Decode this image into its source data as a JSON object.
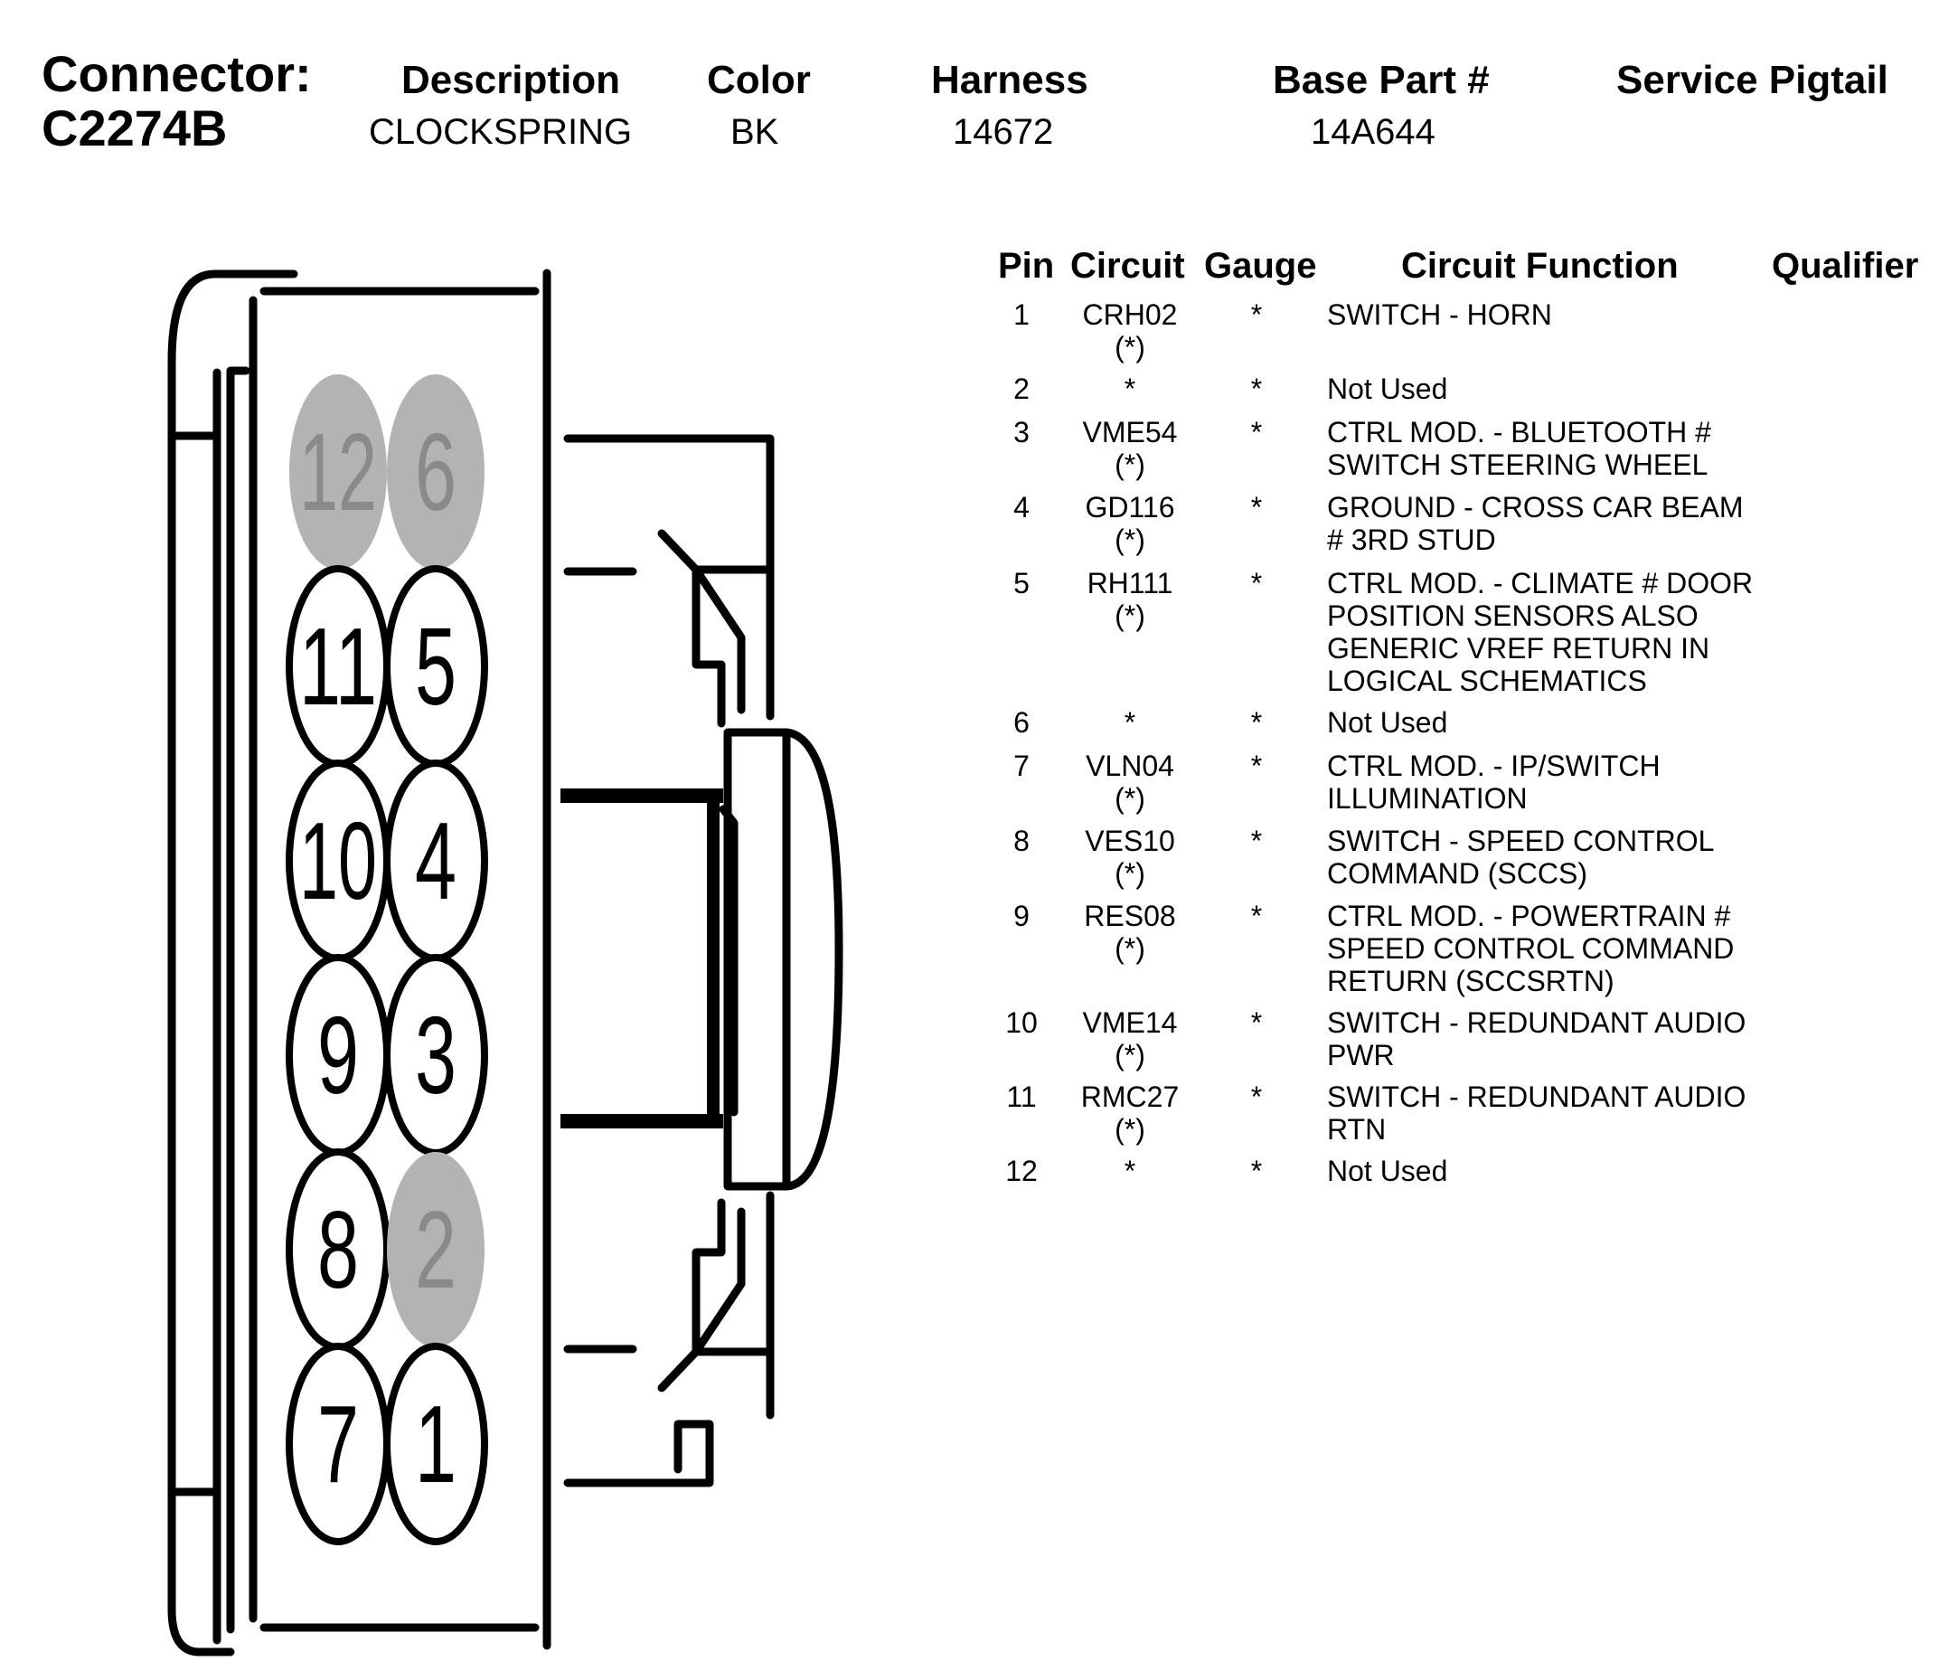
{
  "header": {
    "connector_label": "Connector:",
    "connector_id": "C2274B",
    "columns": [
      {
        "label": "Description",
        "value": "CLOCKSPRING"
      },
      {
        "label": "Color",
        "value": "BK"
      },
      {
        "label": "Harness",
        "value": "14672"
      },
      {
        "label": "Base Part #",
        "value": "14A644"
      },
      {
        "label": "Service Pigtail",
        "value": ""
      }
    ]
  },
  "table": {
    "headers": [
      "Pin",
      "Circuit",
      "Gauge",
      "Circuit Function",
      "Qualifier"
    ],
    "rows": [
      {
        "pin": "1",
        "circuit": "CRH02\n(*)",
        "gauge": "*",
        "function": "SWITCH - HORN",
        "qualifier": ""
      },
      {
        "pin": "2",
        "circuit": "*",
        "gauge": "*",
        "function": "Not Used",
        "qualifier": ""
      },
      {
        "pin": "3",
        "circuit": "VME54\n(*)",
        "gauge": "*",
        "function": "CTRL MOD. - BLUETOOTH #\nSWITCH STEERING WHEEL",
        "qualifier": ""
      },
      {
        "pin": "4",
        "circuit": "GD116\n(*)",
        "gauge": "*",
        "function": "GROUND - CROSS CAR BEAM\n# 3RD STUD",
        "qualifier": ""
      },
      {
        "pin": "5",
        "circuit": "RH111\n(*)",
        "gauge": "*",
        "function": "CTRL MOD. - CLIMATE # DOOR\nPOSITION SENSORS ALSO\nGENERIC VREF RETURN IN\nLOGICAL SCHEMATICS",
        "qualifier": ""
      },
      {
        "pin": "6",
        "circuit": "*",
        "gauge": "*",
        "function": "Not Used",
        "qualifier": ""
      },
      {
        "pin": "7",
        "circuit": "VLN04\n(*)",
        "gauge": "*",
        "function": "CTRL MOD. - IP/SWITCH\nILLUMINATION",
        "qualifier": ""
      },
      {
        "pin": "8",
        "circuit": "VES10\n(*)",
        "gauge": "*",
        "function": "SWITCH - SPEED CONTROL\nCOMMAND (SCCS)",
        "qualifier": ""
      },
      {
        "pin": "9",
        "circuit": "RES08\n(*)",
        "gauge": "*",
        "function": "CTRL MOD. - POWERTRAIN #\nSPEED CONTROL COMMAND\nRETURN (SCCSRTN)",
        "qualifier": ""
      },
      {
        "pin": "10",
        "circuit": "VME14\n(*)",
        "gauge": "*",
        "function": "SWITCH - REDUNDANT AUDIO\nPWR",
        "qualifier": ""
      },
      {
        "pin": "11",
        "circuit": "RMC27\n(*)",
        "gauge": "*",
        "function": "SWITCH - REDUNDANT AUDIO\nRTN",
        "qualifier": ""
      },
      {
        "pin": "12",
        "circuit": "*",
        "gauge": "*",
        "function": "Not Used",
        "qualifier": ""
      }
    ]
  },
  "diagram": {
    "cavities": [
      {
        "label": "12",
        "used": false
      },
      {
        "label": "6",
        "used": false
      },
      {
        "label": "11",
        "used": true
      },
      {
        "label": "5",
        "used": true
      },
      {
        "label": "10",
        "used": true
      },
      {
        "label": "4",
        "used": true
      },
      {
        "label": "9",
        "used": true
      },
      {
        "label": "3",
        "used": true
      },
      {
        "label": "8",
        "used": true
      },
      {
        "label": "2",
        "used": false
      },
      {
        "label": "7",
        "used": true
      },
      {
        "label": "1",
        "used": true
      }
    ],
    "colors": {
      "unused_fill": "#b3b3b3",
      "unused_text": "#8a8a8a",
      "line": "#000000",
      "used_fill": "#ffffff"
    }
  }
}
